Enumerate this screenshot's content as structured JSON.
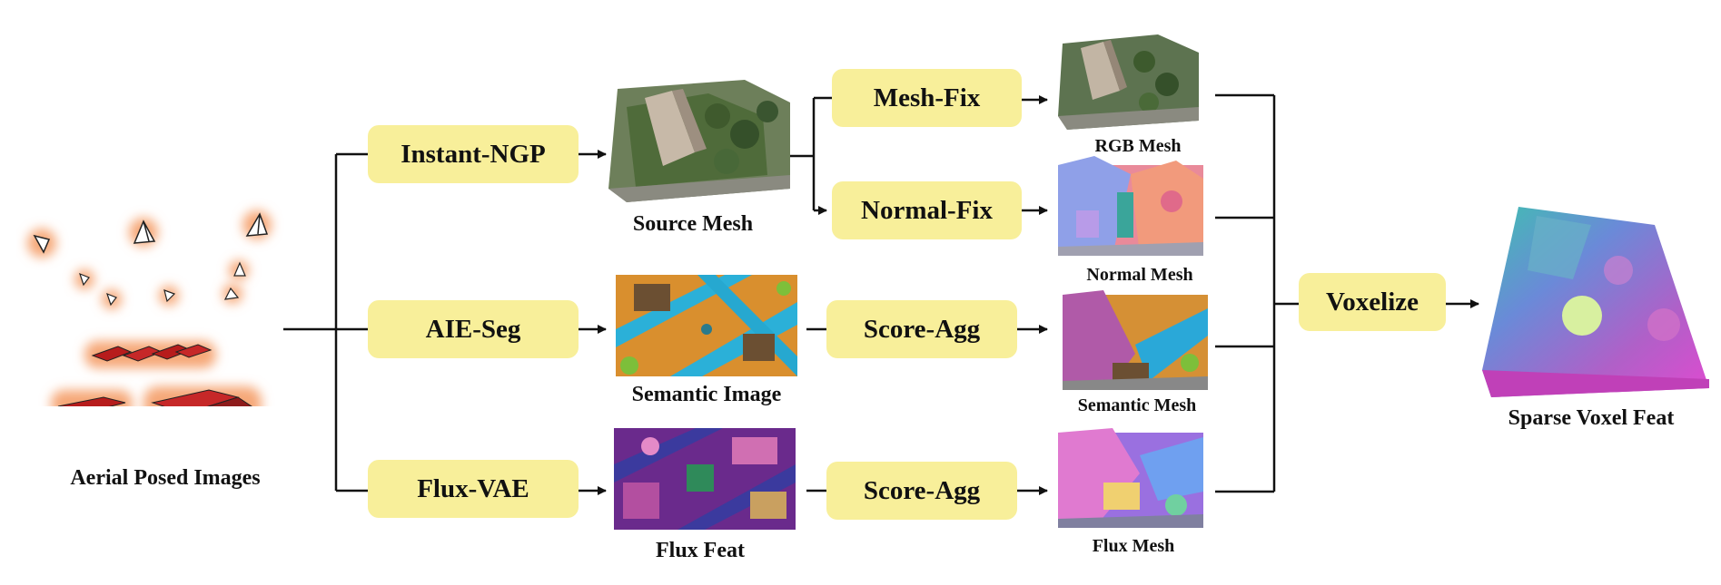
{
  "inputs": {
    "label": "Aerial Posed Images"
  },
  "modules": {
    "instant_ngp": "Instant-NGP",
    "aie_seg": "AIE-Seg",
    "flux_vae": "Flux-VAE",
    "mesh_fix": "Mesh-Fix",
    "normal_fix": "Normal-Fix",
    "score_agg_sem": "Score-Agg",
    "score_agg_flux": "Score-Agg",
    "voxelize": "Voxelize"
  },
  "intermediates": {
    "source_mesh": "Source Mesh",
    "semantic_image": "Semantic Image",
    "flux_feat": "Flux Feat"
  },
  "meshes": {
    "rgb_mesh": "RGB Mesh",
    "normal_mesh": "Normal Mesh",
    "semantic_mesh": "Semantic Mesh",
    "flux_mesh": "Flux Mesh"
  },
  "output": {
    "label": "Sparse Voxel Feat"
  },
  "colors": {
    "box_fill": "#f8ef9a",
    "line": "#111111",
    "glow": "#f6a878"
  }
}
